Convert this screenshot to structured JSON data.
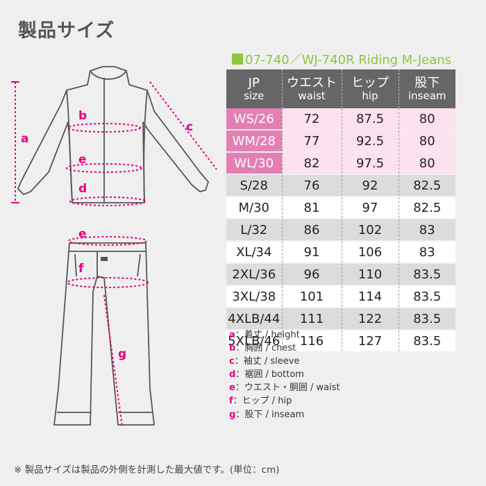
{
  "page_title": "製品サイズ",
  "product_name": "07-740／WJ-740R Riding M-Jeans",
  "table": {
    "headers": [
      {
        "top": "JP",
        "bottom": "size"
      },
      {
        "top": "ウエスト",
        "bottom": "waist"
      },
      {
        "top": "ヒップ",
        "bottom": "hip"
      },
      {
        "top": "股下",
        "bottom": "inseam"
      }
    ],
    "rows": [
      {
        "size": "WS/26",
        "waist": "72",
        "hip": "87.5",
        "inseam": "80",
        "style": "pink"
      },
      {
        "size": "WM/28",
        "waist": "77",
        "hip": "92.5",
        "inseam": "80",
        "style": "pink"
      },
      {
        "size": "WL/30",
        "waist": "82",
        "hip": "97.5",
        "inseam": "80",
        "style": "pink"
      },
      {
        "size": "S/28",
        "waist": "76",
        "hip": "92",
        "inseam": "82.5",
        "style": "gray"
      },
      {
        "size": "M/30",
        "waist": "81",
        "hip": "97",
        "inseam": "82.5",
        "style": "white"
      },
      {
        "size": "L/32",
        "waist": "86",
        "hip": "102",
        "inseam": "83",
        "style": "gray"
      },
      {
        "size": "XL/34",
        "waist": "91",
        "hip": "106",
        "inseam": "83",
        "style": "white"
      },
      {
        "size": "2XL/36",
        "waist": "96",
        "hip": "110",
        "inseam": "83.5",
        "style": "gray"
      },
      {
        "size": "3XL/38",
        "waist": "101",
        "hip": "114",
        "inseam": "83.5",
        "style": "white"
      },
      {
        "size": "4XLB/44",
        "waist": "111",
        "hip": "122",
        "inseam": "83.5",
        "style": "gray"
      },
      {
        "size": "5XLB/46",
        "waist": "116",
        "hip": "127",
        "inseam": "83.5",
        "style": "white"
      }
    ]
  },
  "legend": [
    {
      "key": "a",
      "text": "：着丈 / height"
    },
    {
      "key": "b",
      "text": "：胸囲 / chest"
    },
    {
      "key": "c",
      "text": "：袖丈 / sleeve"
    },
    {
      "key": "d",
      "text": "：裾囲 / bottom"
    },
    {
      "key": "e",
      "text": "：ウエスト・胴囲 / waist"
    },
    {
      "key": "f",
      "text": "：ヒップ / hip"
    },
    {
      "key": "g",
      "text": "：股下 / inseam"
    }
  ],
  "diagram_labels": {
    "a": "a",
    "b": "b",
    "c": "c",
    "d": "d",
    "e_jacket": "e",
    "e_pants": "e",
    "f": "f",
    "g": "g"
  },
  "note": "※ 製品サイズは製品の外側を計測した最大値です。(単位：cm)",
  "colors": {
    "accent": "#e4007f",
    "product_green": "#8dc63f",
    "header_gray": "#666666",
    "pink_cell": "#e47fb4",
    "pink_light": "#fde1ef",
    "row_gray": "#dcdcdc"
  }
}
